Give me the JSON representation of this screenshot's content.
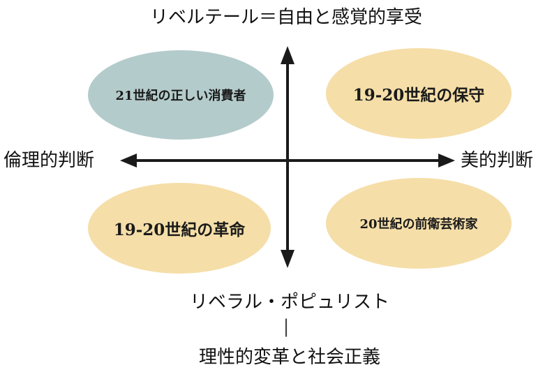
{
  "top_label": "リベルテール＝自由と感覚的享受",
  "left_label": "倫理的判断",
  "right_label": "美的判断",
  "bottom_label_1": "リベラル・ポピュリスト",
  "bottom_divider": "|",
  "bottom_label_2": "理性的変革と社会正義",
  "quadrants": {
    "top_left": {
      "label": "21世紀の正しい消費者",
      "color": "#b4cbcb"
    },
    "top_right": {
      "label": "19-20世紀の保守",
      "color": "#f5dea8"
    },
    "bottom_left": {
      "label": "19-20世紀の革命",
      "color": "#f5dea8"
    },
    "bottom_right": {
      "label": "20世紀の前衛芸術家",
      "color": "#f5dea8"
    }
  },
  "axis_color": "#1a1a1a"
}
